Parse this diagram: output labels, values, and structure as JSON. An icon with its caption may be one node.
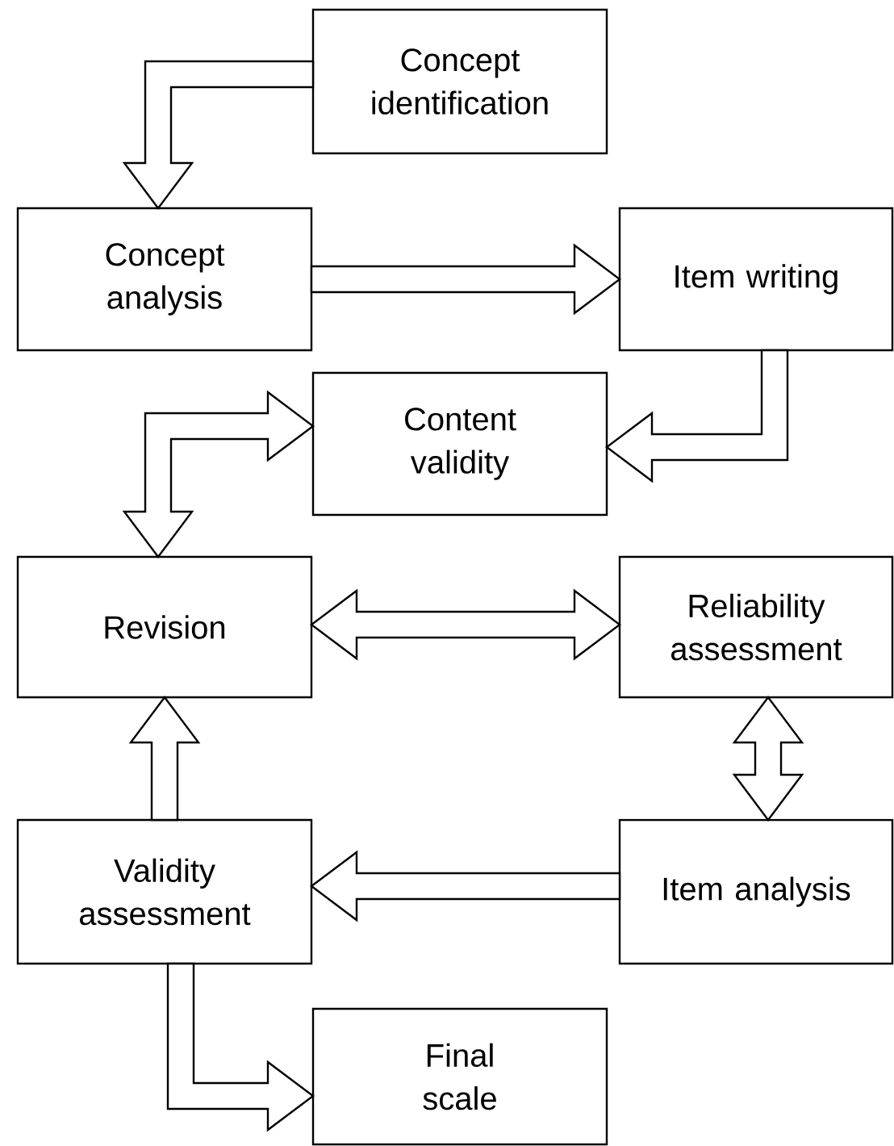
{
  "diagram": {
    "nodes": [
      {
        "text": [
          "Concept identification"
        ]
      },
      {
        "text": [
          "Concept analysis"
        ]
      },
      {
        "text": [
          "Item writing"
        ]
      },
      {
        "text": [
          "Content validity"
        ]
      },
      {
        "text": [
          "Revision"
        ]
      },
      {
        "text": [
          "Reliability assessment"
        ]
      },
      {
        "text": [
          "Validity assessment"
        ]
      },
      {
        "text": [
          "Item analysis"
        ]
      },
      {
        "text": [
          "Final scale"
        ]
      }
    ],
    "edges": [
      {
        "from": 0,
        "to": 1,
        "arrow": "to"
      },
      {
        "from": 1,
        "to": 2,
        "arrow": "to"
      },
      {
        "from": 2,
        "to": 3,
        "arrow": "to"
      },
      {
        "from": 4,
        "to": 3,
        "arrow": "both"
      },
      {
        "from": 4,
        "to": 5,
        "arrow": "both"
      },
      {
        "from": 5,
        "to": 7,
        "arrow": "both"
      },
      {
        "from": 7,
        "to": 6,
        "arrow": "to"
      },
      {
        "from": 6,
        "to": 4,
        "arrow": "to"
      },
      {
        "from": 6,
        "to": 8,
        "arrow": "to"
      }
    ]
  }
}
